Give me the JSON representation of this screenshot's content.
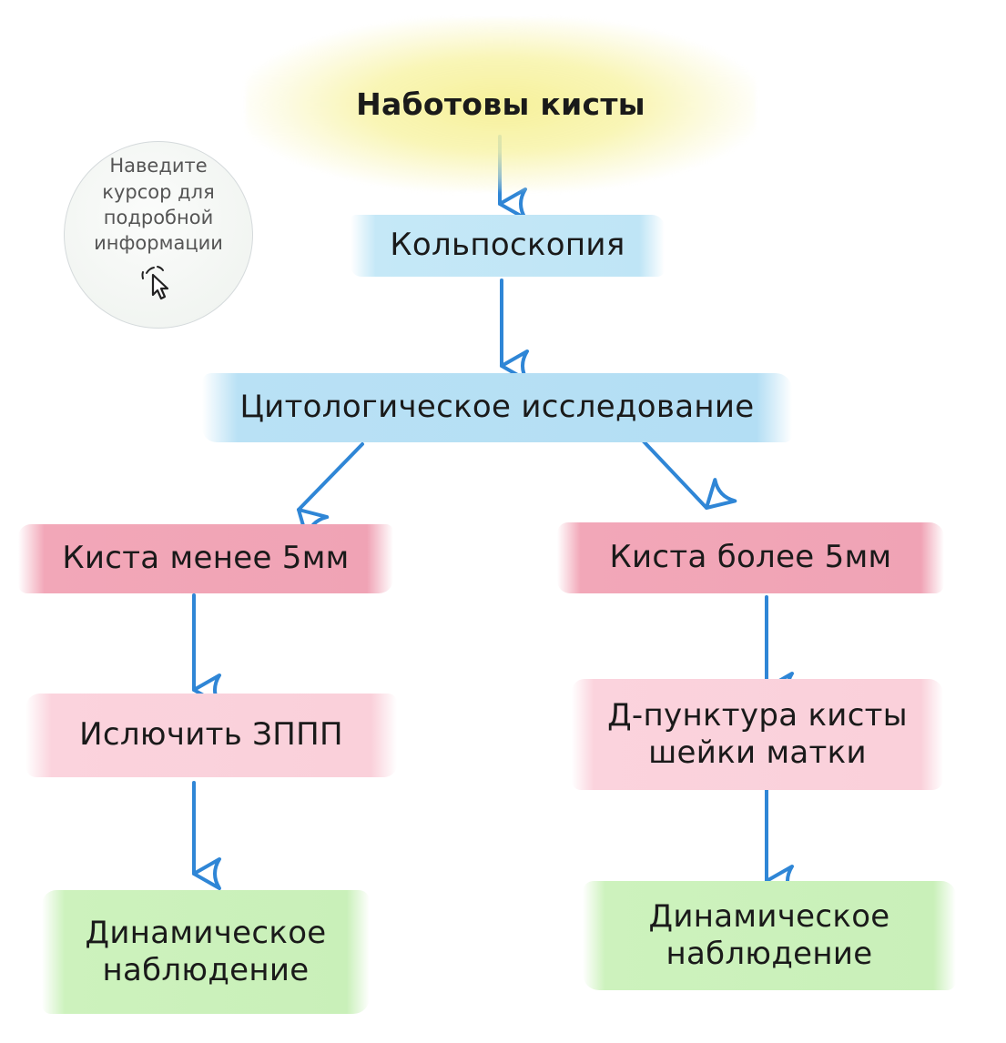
{
  "title": "Наботовы кисты",
  "hint": {
    "text": "Наведите курсор для подробной информации",
    "icon": "cursor-click-icon"
  },
  "nodes": {
    "colposcopy": "Кольпоскопия",
    "cytology": "Цитологическое исследование",
    "cyst_less": "Киста менее 5мм",
    "cyst_more": "Киста более 5мм",
    "exclude_std": "Ислючить ЗППП",
    "puncture": "Д-пунктура кисты шейки матки",
    "observation_left": "Динамическое наблюдение",
    "observation_right": "Динамическое наблюдение"
  },
  "colors": {
    "arrow": "#2f86d6",
    "title_bg": "#f6f096",
    "blue_bg": "#b9e1f5",
    "pink_bg": "#f0a3b5",
    "light_pink_bg": "#fad0da",
    "green_bg": "#c9f0b9"
  }
}
